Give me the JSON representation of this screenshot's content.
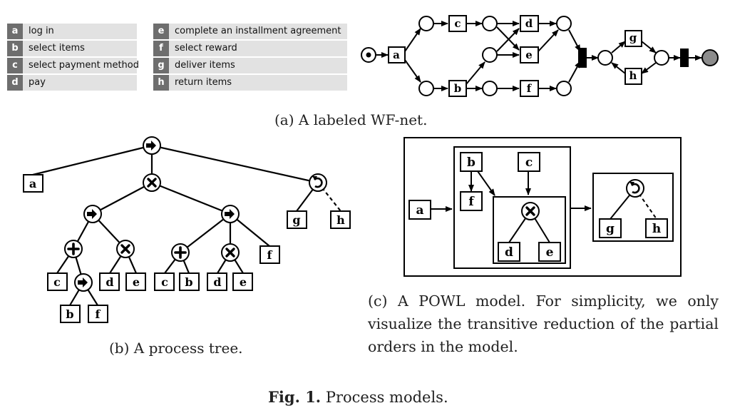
{
  "legend": {
    "items": [
      {
        "code": "a",
        "label": "log in"
      },
      {
        "code": "b",
        "label": "select items"
      },
      {
        "code": "c",
        "label": "select payment method"
      },
      {
        "code": "d",
        "label": "pay"
      },
      {
        "code": "e",
        "label": "complete an installment agreement"
      },
      {
        "code": "f",
        "label": "select reward"
      },
      {
        "code": "g",
        "label": "deliver items"
      },
      {
        "code": "h",
        "label": "return items"
      }
    ]
  },
  "wfnet": {
    "transitions": [
      "a",
      "b",
      "c",
      "d",
      "e",
      "f",
      "g",
      "h"
    ],
    "caption": "(a) A labeled WF-net."
  },
  "process_tree": {
    "leaves": [
      "a",
      "c",
      "b",
      "f",
      "d",
      "e",
      "c",
      "b",
      "d",
      "e",
      "f",
      "g",
      "h"
    ],
    "operators": {
      "sequence": "→",
      "xor": "×",
      "parallel": "+",
      "loop": "↺"
    },
    "caption": "(b) A process tree."
  },
  "powl": {
    "nodes": [
      "a",
      "b",
      "c",
      "f",
      "d",
      "e",
      "g",
      "h"
    ],
    "caption": "(c) A POWL model. For simplicity, we only visualize the transitive reduction of the partial orders in the model."
  },
  "figure": {
    "label": "Fig. 1.",
    "title": "Process models."
  }
}
